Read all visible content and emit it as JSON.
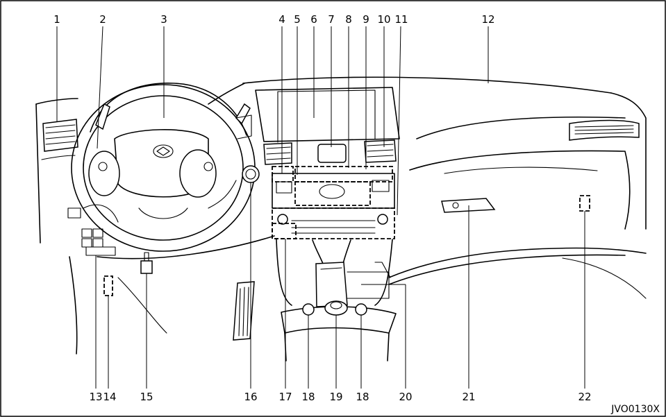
{
  "diagram": {
    "code": "JVO0130X",
    "callouts": [
      {
        "label": "1"
      },
      {
        "label": "2"
      },
      {
        "label": "3"
      },
      {
        "label": "4"
      },
      {
        "label": "5"
      },
      {
        "label": "6"
      },
      {
        "label": "7"
      },
      {
        "label": "8"
      },
      {
        "label": "9"
      },
      {
        "label": "10"
      },
      {
        "label": "11"
      },
      {
        "label": "12"
      },
      {
        "label": "13"
      },
      {
        "label": "14"
      },
      {
        "label": "15"
      },
      {
        "label": "16"
      },
      {
        "label": "17"
      },
      {
        "label": "18"
      },
      {
        "label": "19"
      },
      {
        "label": "18"
      },
      {
        "label": "20"
      },
      {
        "label": "21"
      },
      {
        "label": "22"
      }
    ]
  }
}
